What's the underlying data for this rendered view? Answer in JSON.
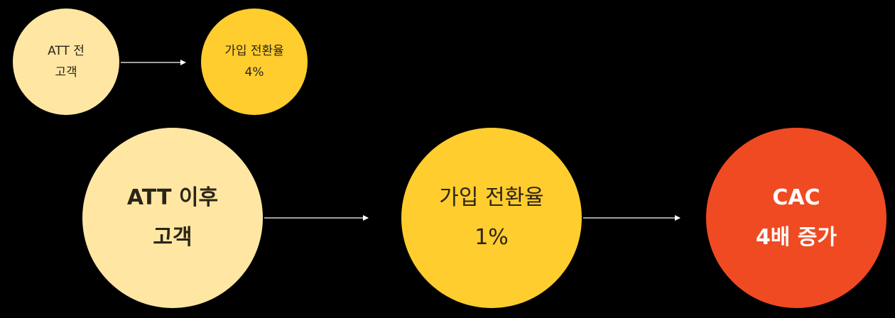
{
  "colors": {
    "background": "#000000",
    "customer_circle": "#FFE7A3",
    "rate_circle": "#FFCD2E",
    "cac_circle": "#F04A23",
    "arrow": "#FFFFFF"
  },
  "before_att": {
    "customer": {
      "line1": "ATT 전",
      "line2": "고객"
    },
    "conversion": {
      "line1": "가입 전환율",
      "line2": "4%"
    }
  },
  "after_att": {
    "customer": {
      "line1": "ATT 이후",
      "line2": "고객"
    },
    "conversion": {
      "line1": "가입 전환율",
      "line2": "1%"
    },
    "cac": {
      "line1": "CAC",
      "line2": "4배 증가"
    }
  }
}
